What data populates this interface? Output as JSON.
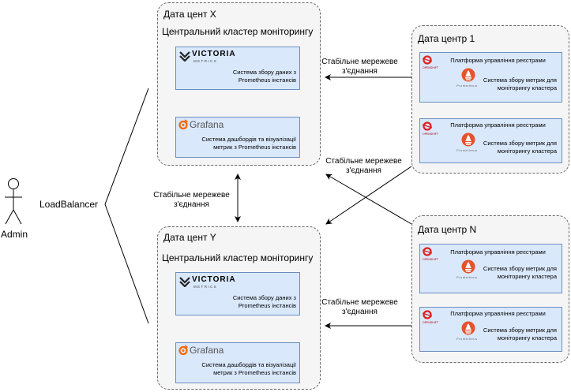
{
  "actor": {
    "label": "Admin"
  },
  "load_balancer": {
    "label": "LoadBalancer"
  },
  "link_label_line1": "Стабільне мережеве",
  "link_label_line2": "з'єднання",
  "central_x": {
    "title": "Дата цент X",
    "subtitle": "Центральний кластер моніторингу",
    "victoria": {
      "logo_word": "VICTORIA",
      "logo_sub": "METRICS",
      "line1": "Система збору даних з",
      "line2": "Prometheus інстансів"
    },
    "grafana": {
      "logo_word": "Grafana",
      "line1": "Система дашбордів та візуалізації",
      "line2": "метрик з Prometheus інстансів"
    }
  },
  "central_y": {
    "title": "Дата цент Y",
    "subtitle": "Центральний кластер моніторингу",
    "victoria": {
      "logo_word": "VICTORIA",
      "logo_sub": "METRICS",
      "line1": "Система збору даних з",
      "line2": "Prometheus інстансів"
    },
    "grafana": {
      "logo_word": "Grafana",
      "line1": "Система дашбордів та візуалізації",
      "line2": "метрик з Prometheus інстансів"
    }
  },
  "dc1": {
    "title": "Дата центр 1",
    "clusters": [
      {
        "platform": "Платформа управління реєстрами",
        "line1": "Система збору метрик для",
        "line2": "моніторингу кластера",
        "rh_word": "OPENSHIFT",
        "prom_word": "Prometheus"
      },
      {
        "platform": "Платформа управління реєстрами",
        "line1": "Система збору метрик для",
        "line2": "моніторингу кластера",
        "rh_word": "OPENSHIFT",
        "prom_word": "Prometheus"
      }
    ]
  },
  "dcn": {
    "title": "Дата центр N",
    "clusters": [
      {
        "platform": "Платформа управління реєстрами",
        "line1": "Система збору метрик для",
        "line2": "моніторингу кластера",
        "rh_word": "OPENSHIFT",
        "prom_word": "Prometheus"
      },
      {
        "platform": "Платформа управління реєстрами",
        "line1": "Система збору метрик для",
        "line2": "моніторингу кластера",
        "rh_word": "OPENSHIFT",
        "prom_word": "Prometheus"
      }
    ]
  },
  "colors": {
    "card_fill": "#dae8fc",
    "card_border": "#6c8ebf",
    "group_fill": "#f5f5f5",
    "openshift_red": "#e02020",
    "prometheus_orange": "#e6522c",
    "grafana_orange": "#f46800"
  }
}
